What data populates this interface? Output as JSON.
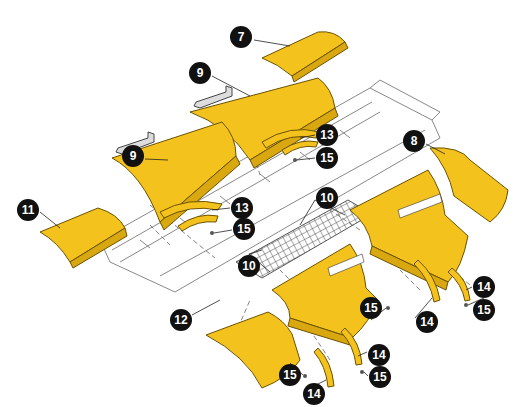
{
  "diagram": {
    "labels": [
      "7",
      "9",
      "9",
      "13",
      "15",
      "8",
      "11",
      "13",
      "15",
      "10",
      "10",
      "12",
      "15",
      "14",
      "14",
      "15",
      "14",
      "15",
      "15",
      "14"
    ]
  }
}
